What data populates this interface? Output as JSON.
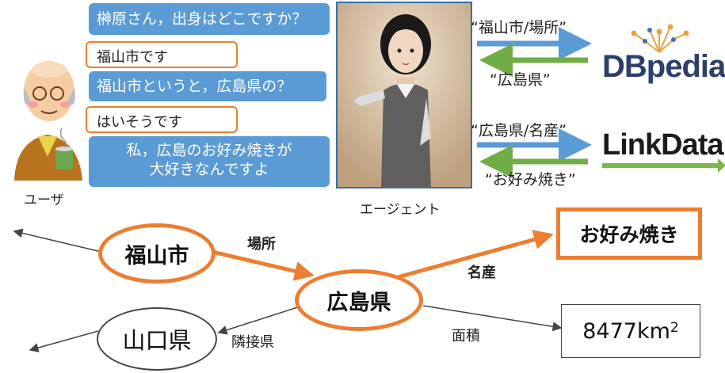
{
  "conversation": {
    "q1": "榊原さん，出身はどこですか？",
    "a1": "福山市です",
    "q2": "福山市というと，広島県の？",
    "a2": "はいそうです",
    "q3_line1": "私，広島のお好み焼きが",
    "q3_line2": "大好きなんですよ"
  },
  "labels": {
    "user": "ユーザ",
    "agent": "エージェント"
  },
  "queries": {
    "dbpedia_request": "“福山市/場所”",
    "dbpedia_response": "“広島県”",
    "linkdata_request": "“広島県/名産”",
    "linkdata_response": "“お好み焼き”"
  },
  "logos": {
    "dbpedia": "DBpedia",
    "linkdata": "LinkData"
  },
  "graph": {
    "nodes": {
      "fukuyama": "福山市",
      "hiroshima": "広島県",
      "yamaguchi": "山口県",
      "okonomiyaki": "お好み焼き",
      "area_value": "8477km",
      "area_sup": "2"
    },
    "edges": {
      "location": "場所",
      "specialty": "名産",
      "area": "面積",
      "neighbor": "隣接県"
    }
  },
  "colors": {
    "orange": "#ed7d31",
    "blue": "#5b9bd5",
    "green": "#70ad47",
    "gray_arrow": "#555555"
  }
}
